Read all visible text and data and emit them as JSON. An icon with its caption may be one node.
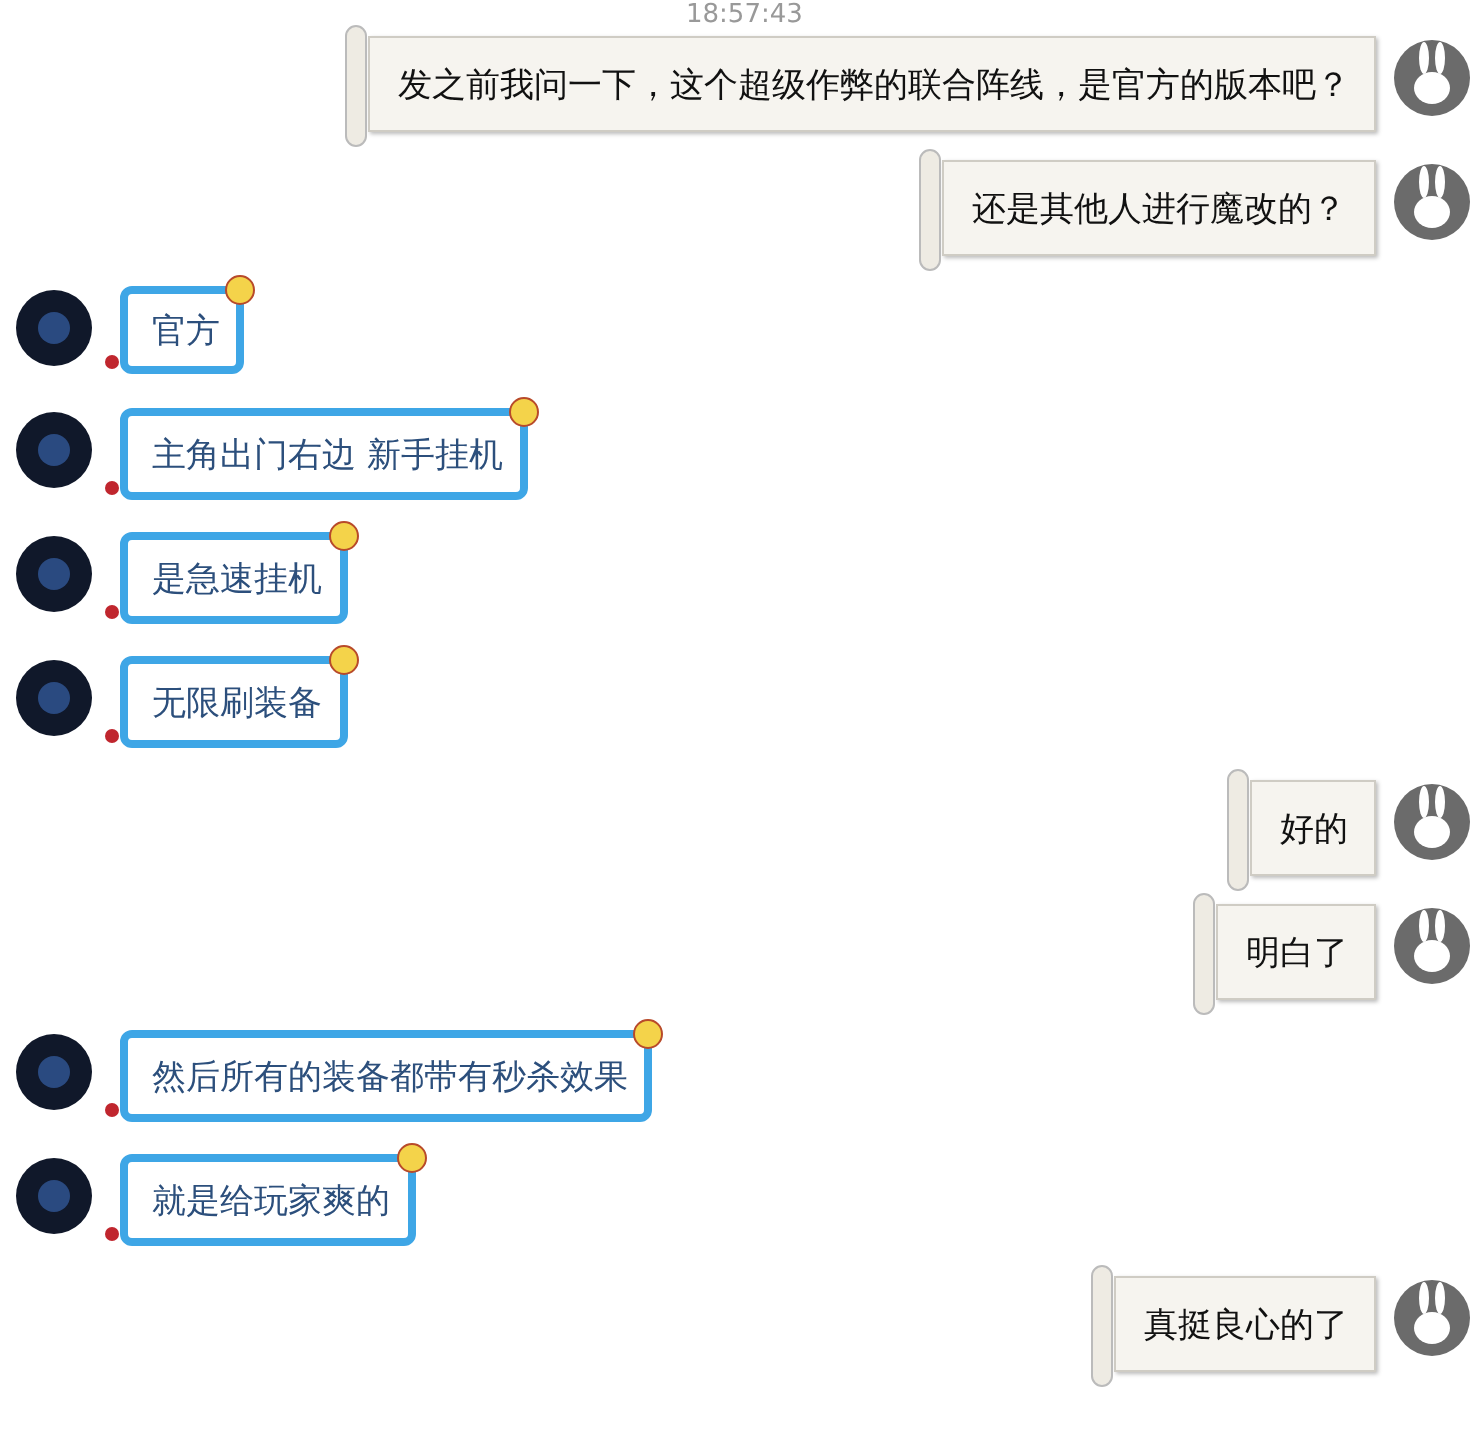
{
  "diagram": {
    "nodes": [
      {
        "text": [
          "发之前我问一下，这个超级作弊的联合阵线，是官方的版本吧？"
        ]
      },
      {
        "text": [
          "还是其他人进行魔改的？"
        ]
      },
      {
        "text": [
          "官方"
        ]
      },
      {
        "text": [
          "主角出门右边 新手挂机"
        ]
      },
      {
        "text": [
          "是急速挂机"
        ]
      },
      {
        "text": [
          "无限刷装备"
        ]
      },
      {
        "text": [
          "好的"
        ]
      },
      {
        "text": [
          "明白了"
        ]
      },
      {
        "text": [
          "然后所有的装备都带有秒杀效果"
        ]
      },
      {
        "text": [
          "就是给玩家爽的"
        ]
      },
      {
        "text": [
          "真挺良心的了"
        ]
      }
    ],
    "labels": [
      "18:57:43"
    ]
  }
}
